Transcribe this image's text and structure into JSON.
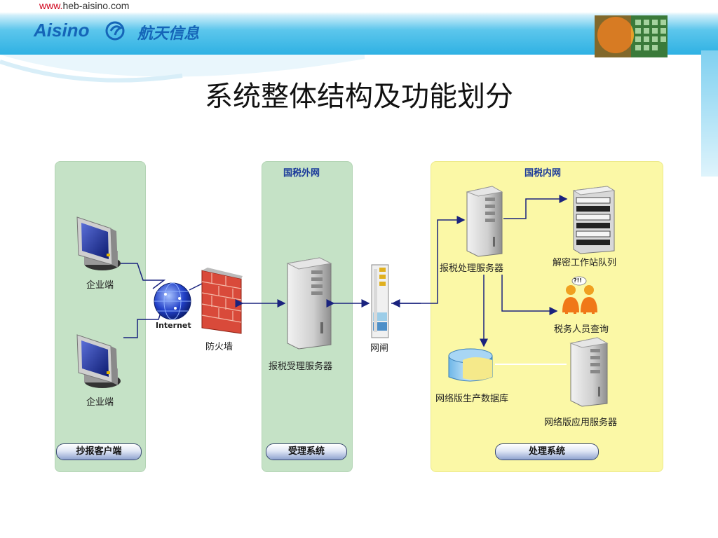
{
  "header": {
    "url_prefix": "www.",
    "url_rest": "heb-aisino.com",
    "logo_text": "Aisino",
    "logo_cn": "航天信息"
  },
  "slide": {
    "title": "系统整体结构及功能划分"
  },
  "panels": {
    "client": {
      "pill": "抄报客户端"
    },
    "accept": {
      "top_label": "国税外网",
      "pill": "受理系统"
    },
    "process": {
      "top_label": "国税内网",
      "pill": "处理系统"
    }
  },
  "nodes": {
    "enterprise_1": "企业端",
    "enterprise_2": "企业端",
    "internet": "Internet",
    "firewall": "防火墙",
    "accept_server": "报税受理服务器",
    "gateway": "网闸",
    "process_server": "报税处理服务器",
    "decrypt_queue": "解密工作站队列",
    "tax_staff": "税务人员查询",
    "db": "网络版生产数据库",
    "app_server": "网络版应用服务器",
    "staff_bubble": "?!!"
  },
  "colors": {
    "panel_green": "#c5e2c6",
    "panel_yellow": "#fbf8a6",
    "arrow": "#1a237e",
    "label_blue": "#1b3a9a"
  }
}
